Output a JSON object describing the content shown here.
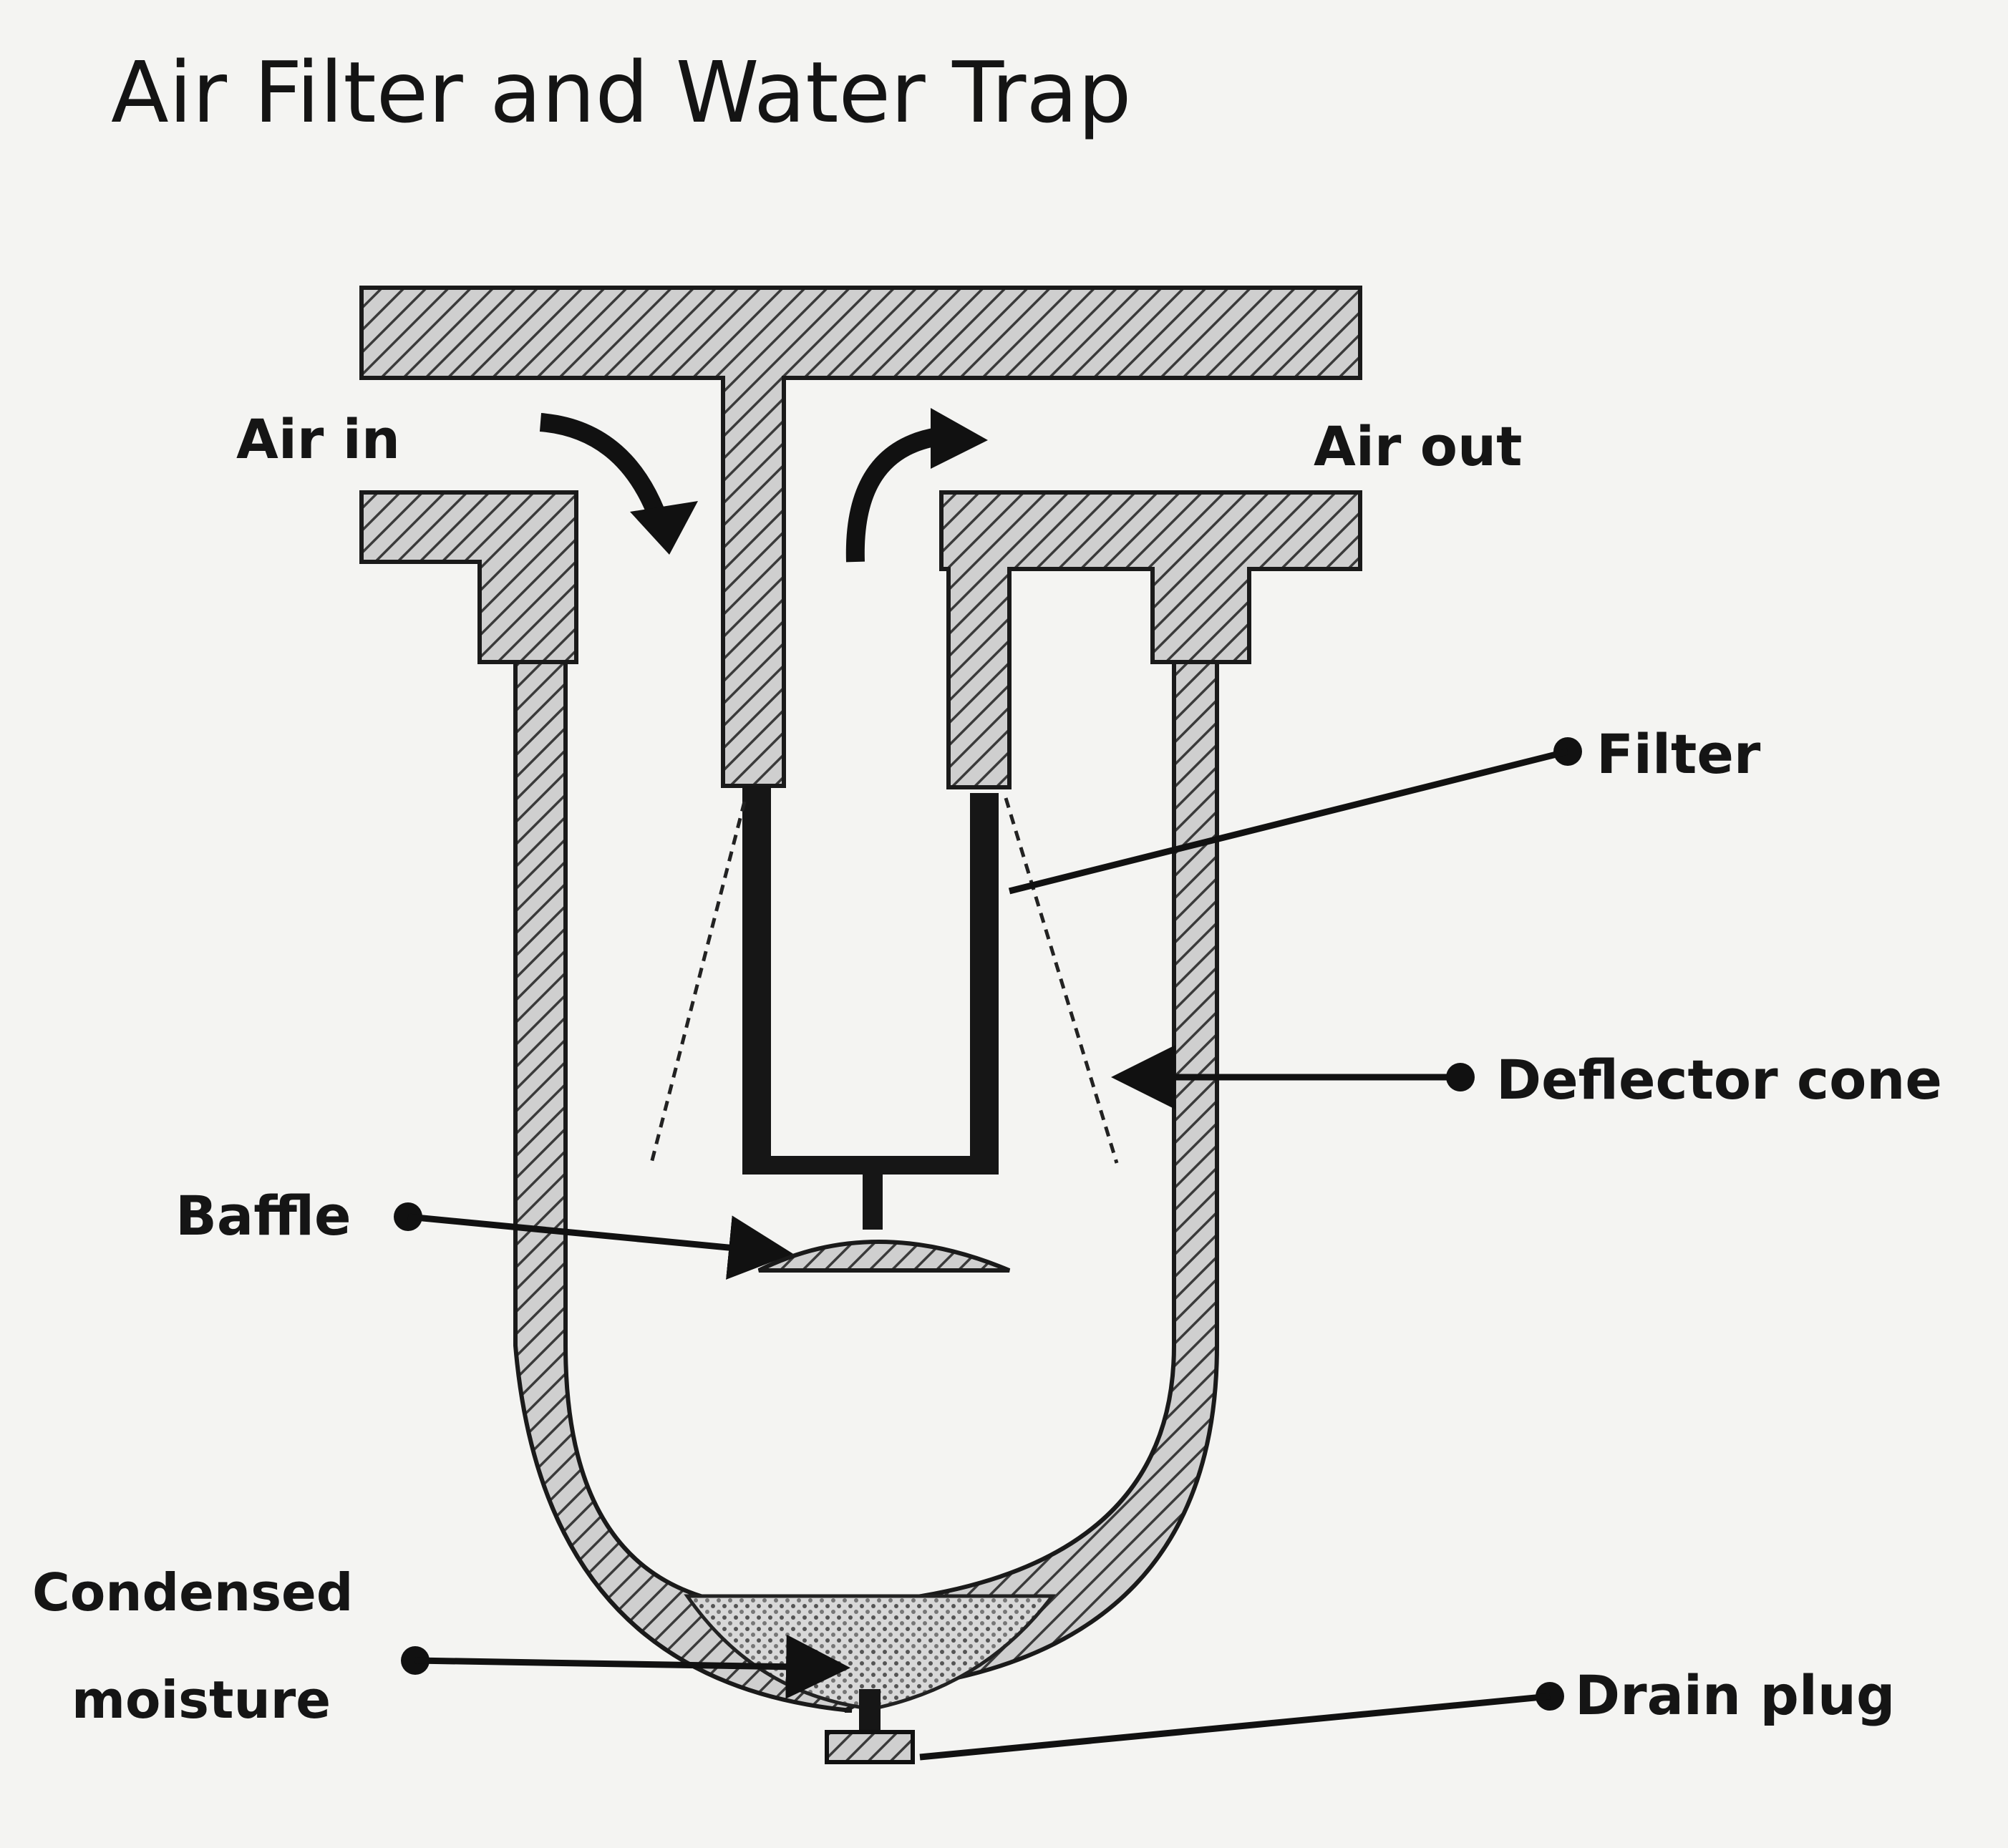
{
  "title": "Air Filter and Water Trap",
  "labels": {
    "air_in": "Air in",
    "air_out": "Air out",
    "filter": "Filter",
    "deflector_cone": "Deflector cone",
    "baffle": "Baffle",
    "condensed_moisture_line1": "Condensed",
    "condensed_moisture_line2": "moisture",
    "drain_plug": "Drain plug"
  }
}
